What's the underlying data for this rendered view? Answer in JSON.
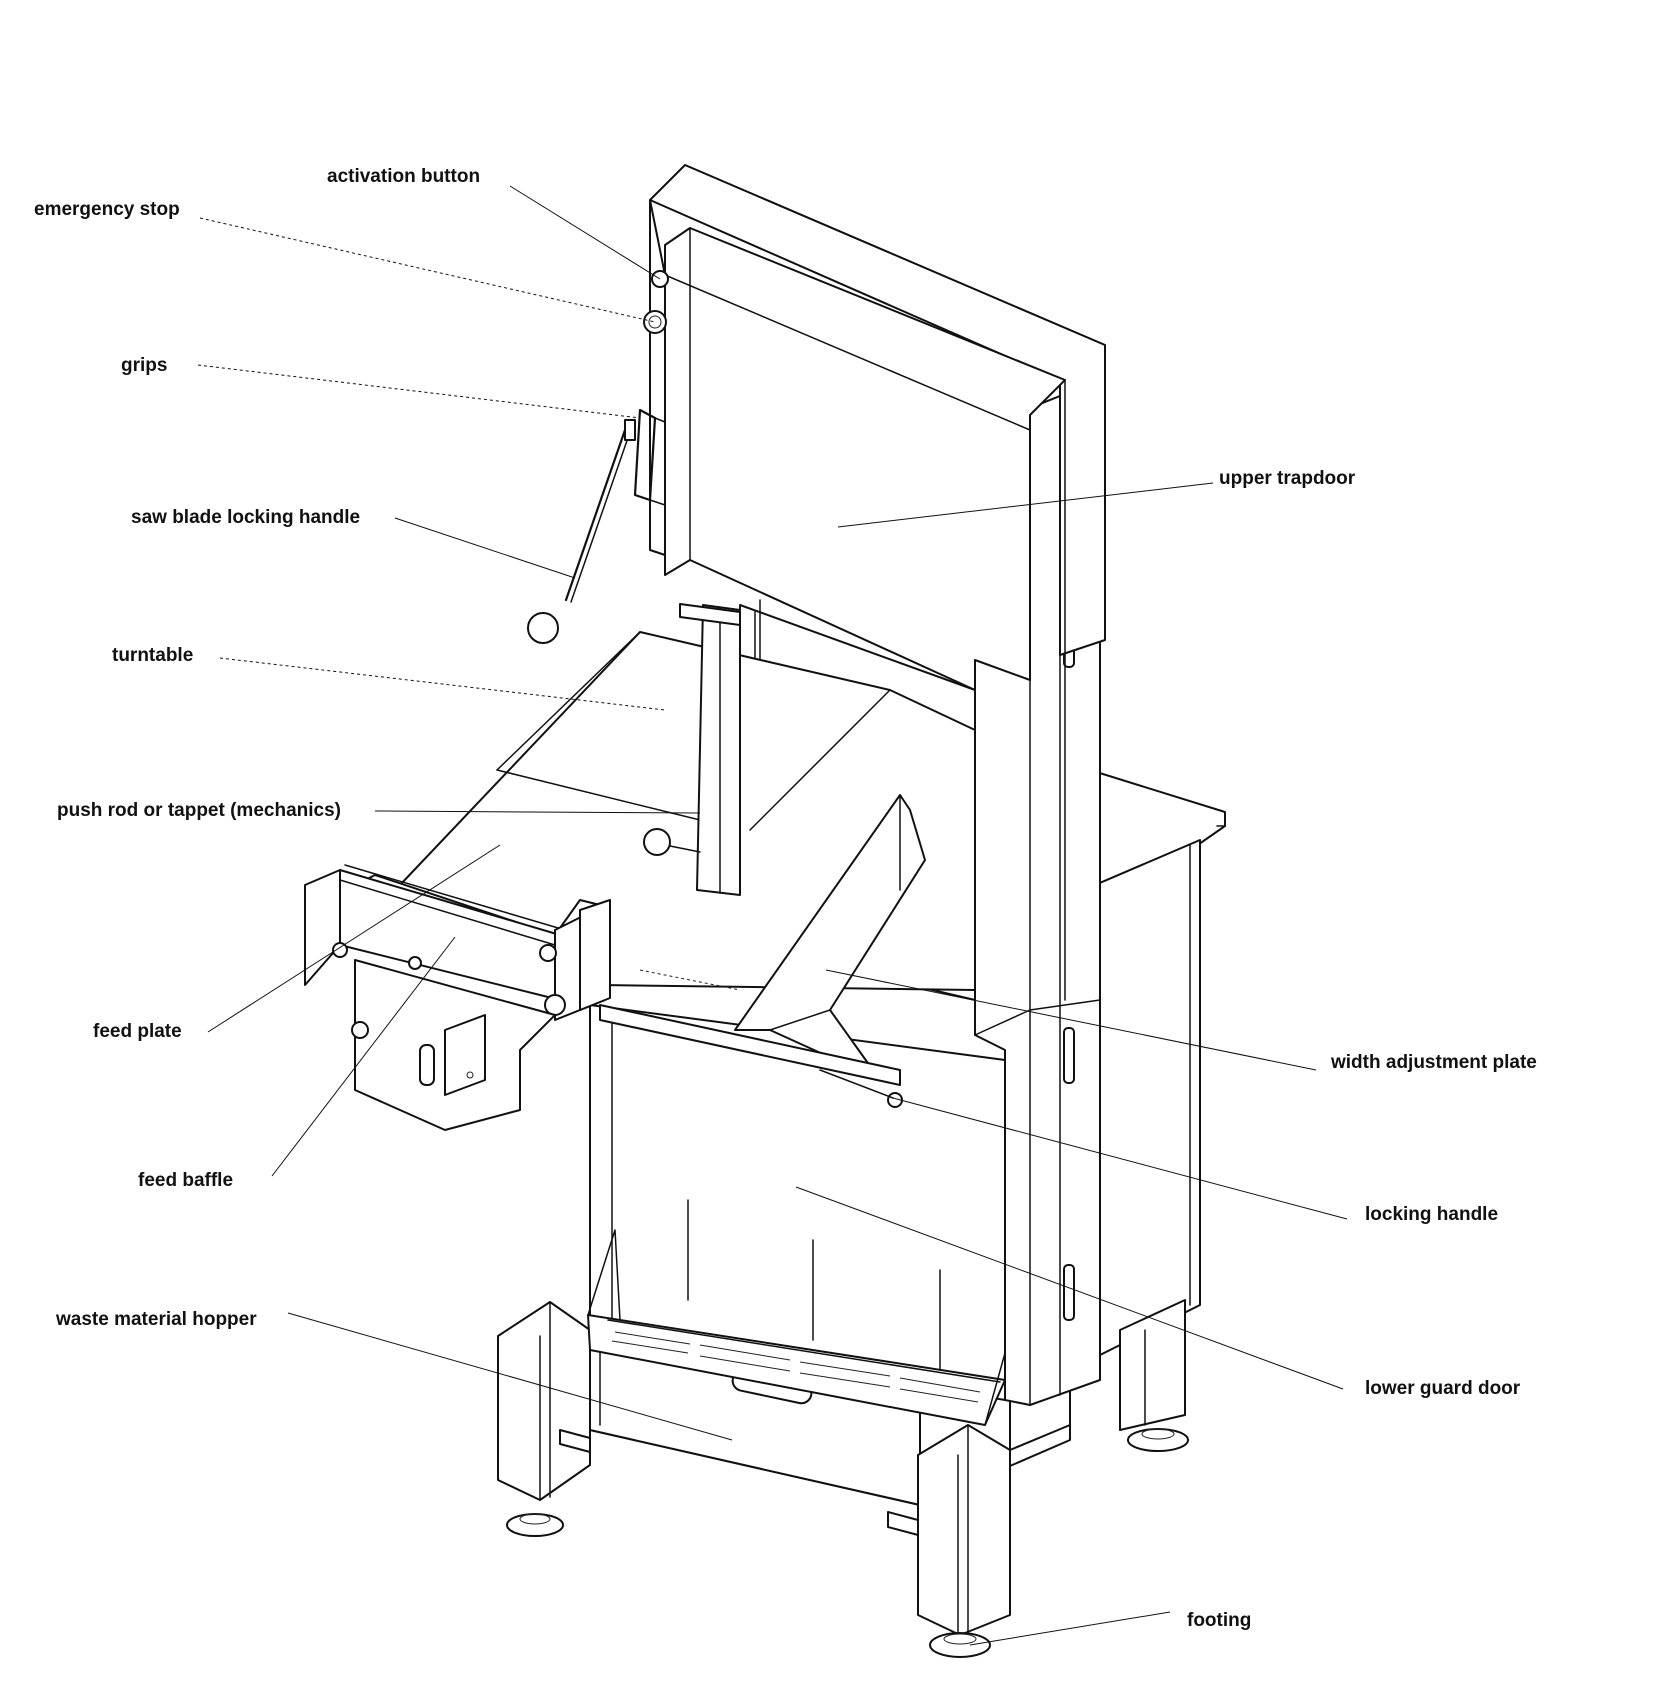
{
  "callouts": [
    {
      "id": "activation-button",
      "text": "activation button"
    },
    {
      "id": "emergency-stop",
      "text": "emergency stop"
    },
    {
      "id": "grips",
      "text": "grips"
    },
    {
      "id": "saw-blade-locking-handle",
      "text": "saw blade locking handle"
    },
    {
      "id": "turntable",
      "text": "turntable"
    },
    {
      "id": "push-rod",
      "text": "push rod or tappet (mechanics)"
    },
    {
      "id": "feed-plate",
      "text": "feed plate"
    },
    {
      "id": "feed-baffle",
      "text": "feed baffle"
    },
    {
      "id": "waste-material-hopper",
      "text": "waste material hopper"
    },
    {
      "id": "upper-trapdoor",
      "text": "upper trapdoor"
    },
    {
      "id": "width-adjustment-plate",
      "text": "width adjustment plate"
    },
    {
      "id": "locking-handle",
      "text": "locking handle"
    },
    {
      "id": "lower-guard-door",
      "text": "lower guard door"
    },
    {
      "id": "footing",
      "text": "footing"
    }
  ]
}
